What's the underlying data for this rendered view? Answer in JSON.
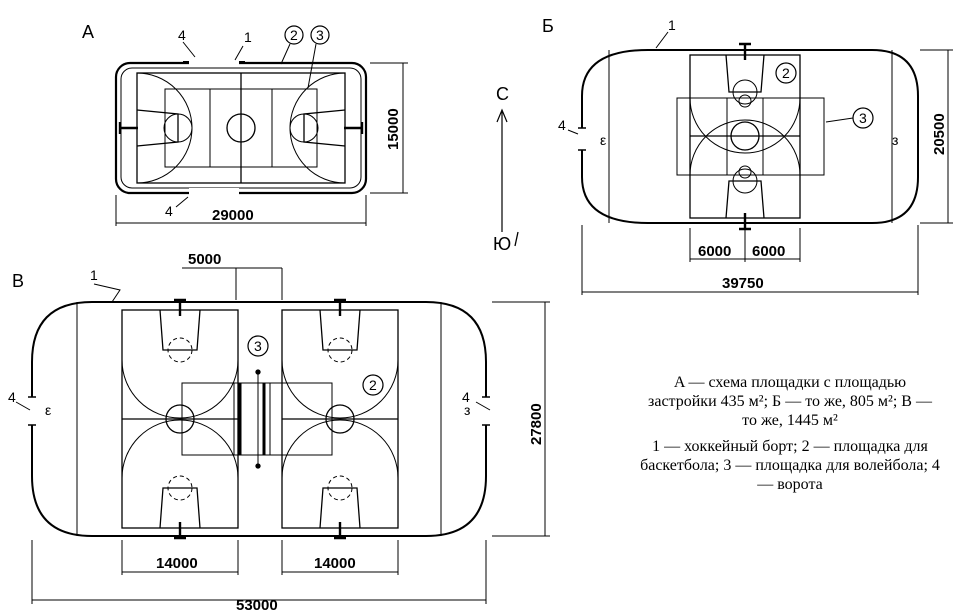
{
  "panels": {
    "a": {
      "letter": "А",
      "width_dim": "29000",
      "height_dim": "15000"
    },
    "b": {
      "letter": "Б",
      "width_dim": "39750",
      "height_dim": "20500",
      "half_dims": [
        "6000",
        "6000"
      ]
    },
    "v": {
      "letter": "В",
      "width_dim": "53000",
      "height_dim": "27800",
      "court_dims": [
        "14000",
        "14000"
      ],
      "gap_dim": "5000"
    }
  },
  "markers": {
    "board": "1",
    "basketball": "2",
    "volleyball": "3",
    "gates": "4"
  },
  "compass": {
    "north": "С",
    "south": "Ю"
  },
  "caption": {
    "line1": "A — схема площадки с площадью застройки 435 м²; Б — то же, 805 м²; В — то же, 1445 м²",
    "line2": "1 — хоккейный борт; 2 — площадка для баскетбола; 3 — площадка для волейбола; 4 — ворота"
  }
}
